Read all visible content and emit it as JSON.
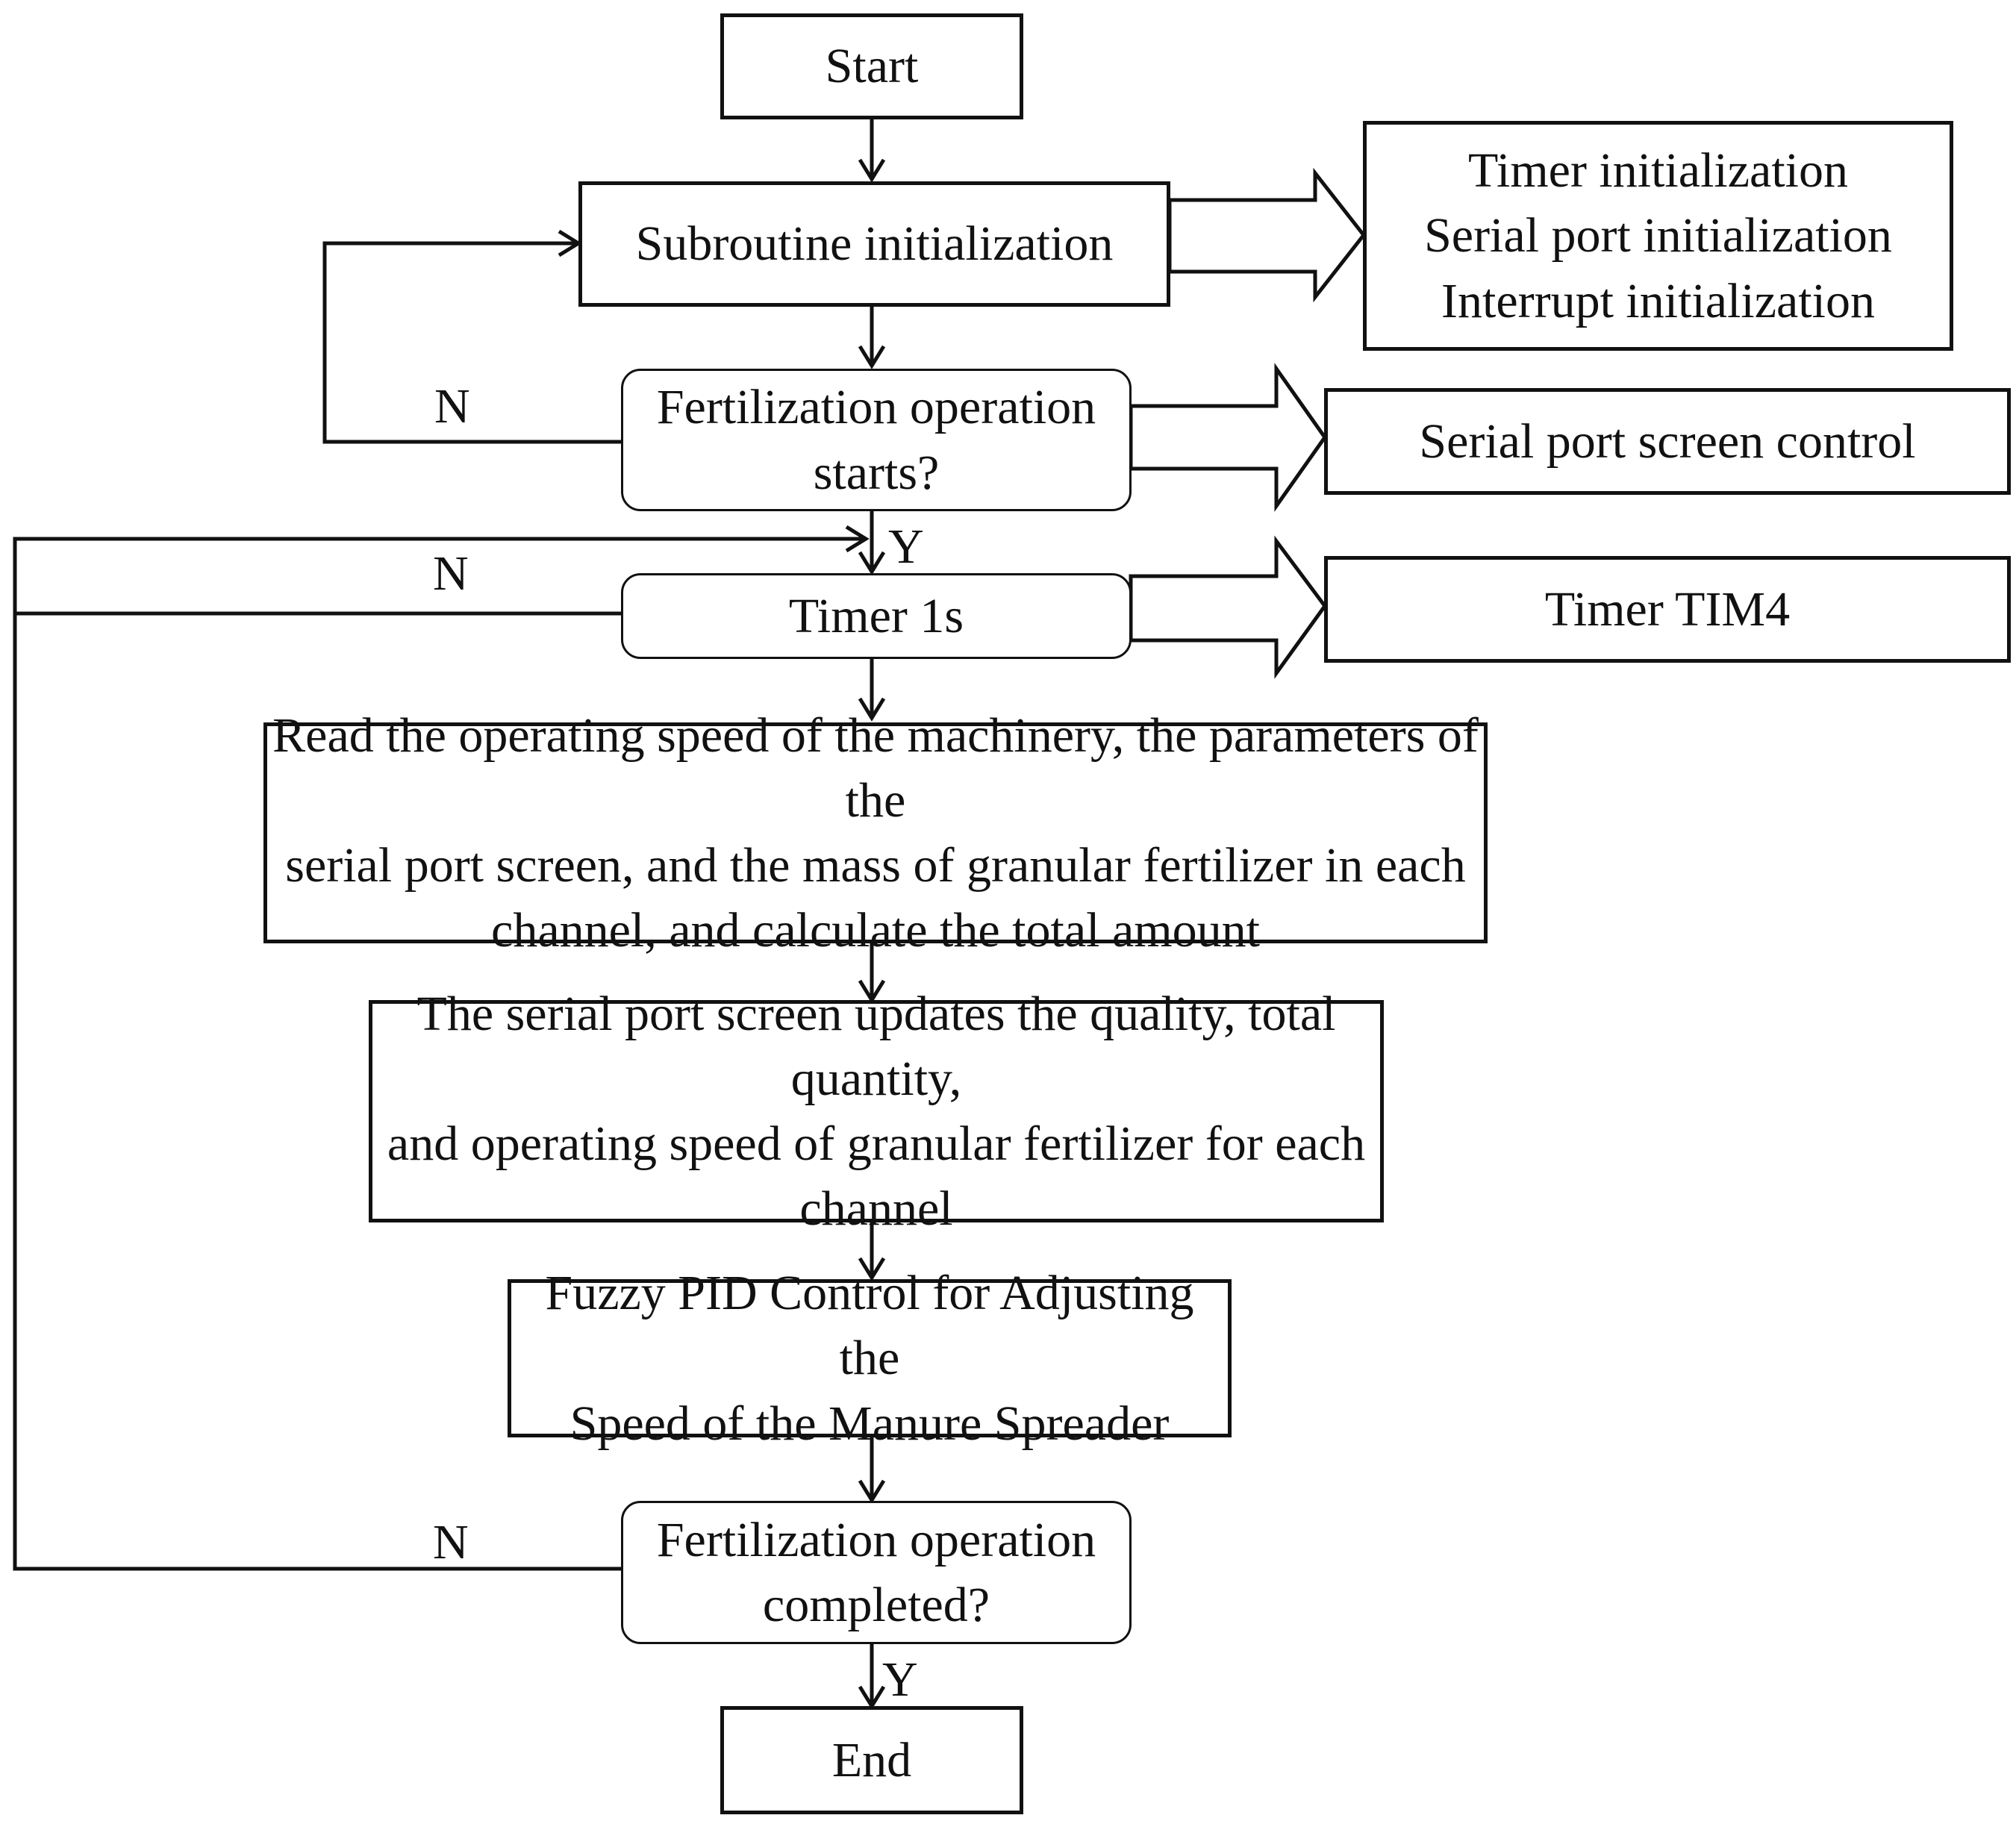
{
  "nodes": {
    "start": "Start",
    "subroutine_init": "Subroutine initialization",
    "init_list": [
      "Timer initialization",
      "Serial port initialization",
      "Interrupt initialization"
    ],
    "decision_start": [
      "Fertilization operation",
      "starts?"
    ],
    "serial_control": "Serial port screen control",
    "timer_1s": "Timer 1s",
    "timer_tim4": "Timer TIM4",
    "read_params": [
      "Read the operating speed of the machinery, the parameters of the",
      "serial port screen, and the mass of granular fertilizer in each",
      "channel, and calculate the total amount"
    ],
    "update_screen": [
      "The serial port screen updates the quality, total quantity,",
      "and operating speed of granular fertilizer for each",
      "channel"
    ],
    "fuzzy_pid": [
      "Fuzzy PID Control for Adjusting the",
      "Speed of the Manure Spreader"
    ],
    "decision_done": [
      "Fertilization operation",
      "completed?"
    ],
    "end": "End"
  },
  "labels": {
    "n1": "N",
    "y1": "Y",
    "n2": "N",
    "n3": "N",
    "y2": "Y"
  }
}
